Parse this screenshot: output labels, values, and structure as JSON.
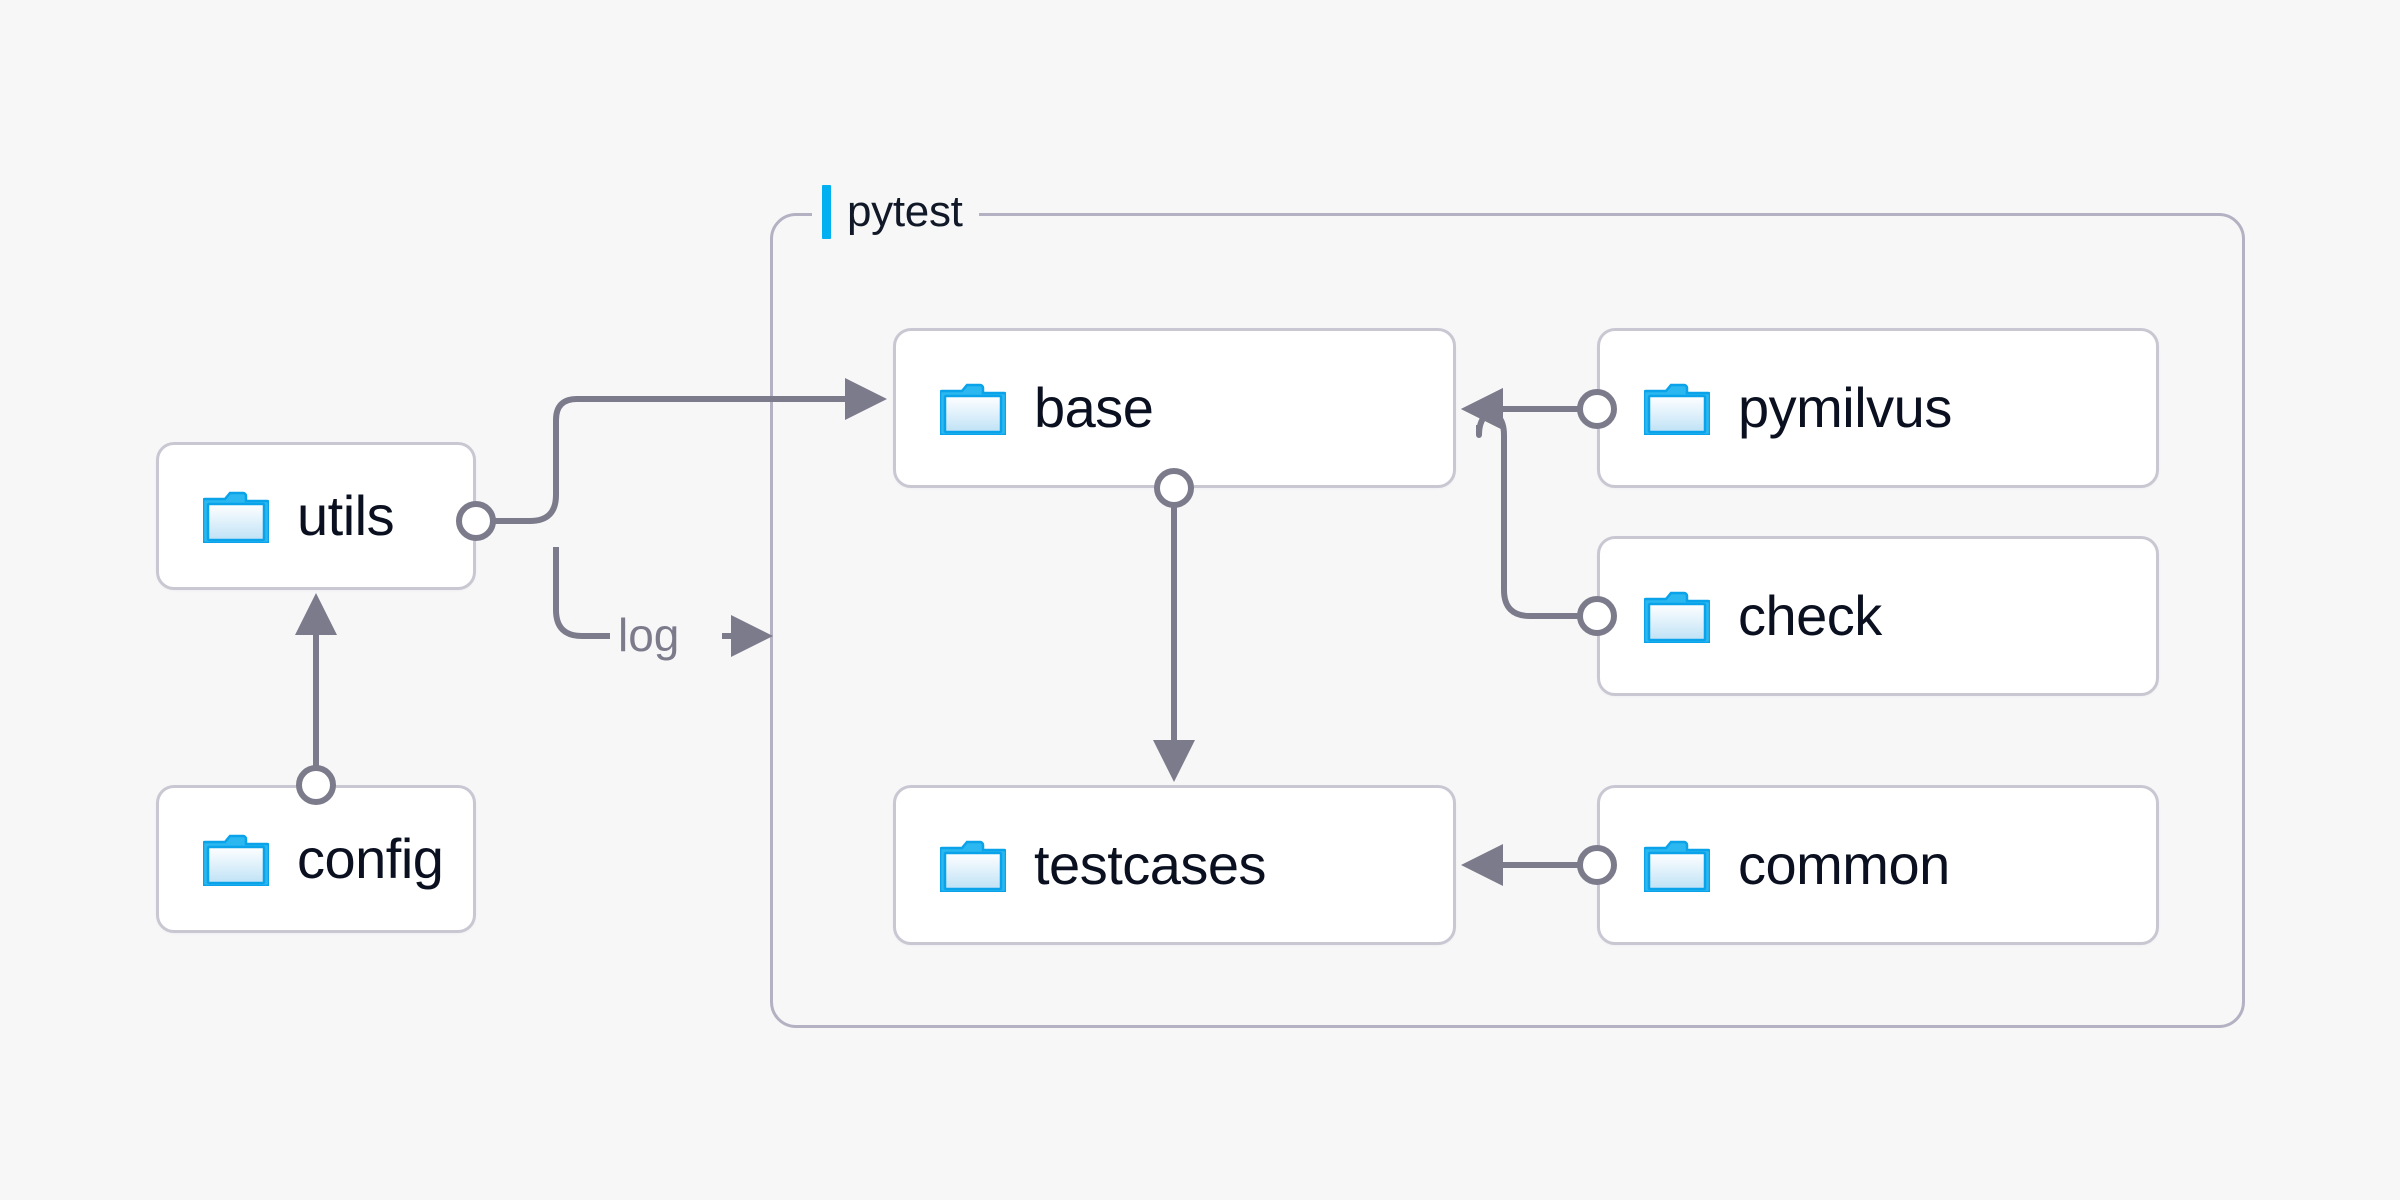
{
  "diagram": {
    "title": "pytest",
    "background_color": "#f7f7f8",
    "accent_color": "#00b0f0",
    "node_border_color": "#c9c7d2",
    "edge_color": "#7c7b8c",
    "group": {
      "label": "pytest",
      "border_color": "#b4b2c2"
    },
    "nodes": [
      {
        "id": "utils",
        "label": "utils",
        "icon": "folder-icon"
      },
      {
        "id": "config",
        "label": "config",
        "icon": "folder-icon"
      },
      {
        "id": "base",
        "label": "base",
        "icon": "folder-icon"
      },
      {
        "id": "testcases",
        "label": "testcases",
        "icon": "folder-icon"
      },
      {
        "id": "pymilvus",
        "label": "pymilvus",
        "icon": "folder-icon"
      },
      {
        "id": "check",
        "label": "check",
        "icon": "folder-icon"
      },
      {
        "id": "common",
        "label": "common",
        "icon": "folder-icon"
      }
    ],
    "edges": [
      {
        "id": "config-to-utils",
        "from": "config",
        "to": "utils",
        "label": ""
      },
      {
        "id": "utils-to-base",
        "from": "utils",
        "to": "base",
        "label": ""
      },
      {
        "id": "utils-to-log",
        "from": "utils",
        "to": "pytest",
        "label": "log"
      },
      {
        "id": "base-to-testcases",
        "from": "base",
        "to": "testcases",
        "label": ""
      },
      {
        "id": "pymilvus-to-base",
        "from": "pymilvus",
        "to": "base",
        "label": ""
      },
      {
        "id": "check-to-base",
        "from": "check",
        "to": "base",
        "label": ""
      },
      {
        "id": "common-to-testcases",
        "from": "common",
        "to": "testcases",
        "label": ""
      }
    ],
    "edge_labels": {
      "log": "log"
    }
  }
}
